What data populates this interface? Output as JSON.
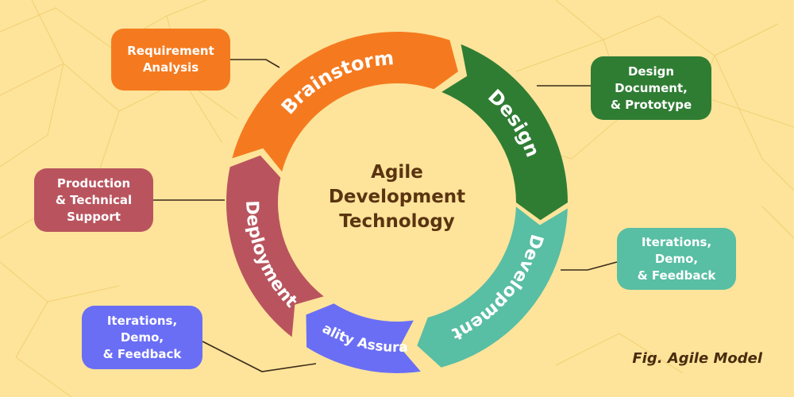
{
  "colors": {
    "background": "#fde49a",
    "orange": "#f57a1f",
    "green": "#2f7d33",
    "teal": "#58bea4",
    "blue": "#6a6ef5",
    "red": "#b9545e",
    "title_text": "#5a3410",
    "connector": "#3b2a1a"
  },
  "center": {
    "lines": [
      "Agile",
      "Development",
      "Technology"
    ]
  },
  "stages": [
    {
      "id": "brainstorm",
      "label": "Brainstorm",
      "color": "orange"
    },
    {
      "id": "design",
      "label": "Design",
      "color": "green"
    },
    {
      "id": "development",
      "label": "Development",
      "color": "teal"
    },
    {
      "id": "quality",
      "label": "Quality Assurance",
      "color": "blue"
    },
    {
      "id": "deployment",
      "label": "Deployment",
      "color": "red"
    }
  ],
  "callouts": [
    {
      "id": "requirement",
      "lines": [
        "Requirement",
        "Analysis"
      ],
      "color": "orange"
    },
    {
      "id": "design-doc",
      "lines": [
        "Design",
        "Document,",
        "& Prototype"
      ],
      "color": "green"
    },
    {
      "id": "iterations-right",
      "lines": [
        "Iterations,",
        "Demo,",
        "& Feedback"
      ],
      "color": "teal"
    },
    {
      "id": "iterations-left",
      "lines": [
        "Iterations,",
        "Demo,",
        "& Feedback"
      ],
      "color": "blue"
    },
    {
      "id": "production",
      "lines": [
        "Production",
        "& Technical",
        "Support"
      ],
      "color": "red"
    }
  ],
  "caption": "Fig. Agile Model"
}
